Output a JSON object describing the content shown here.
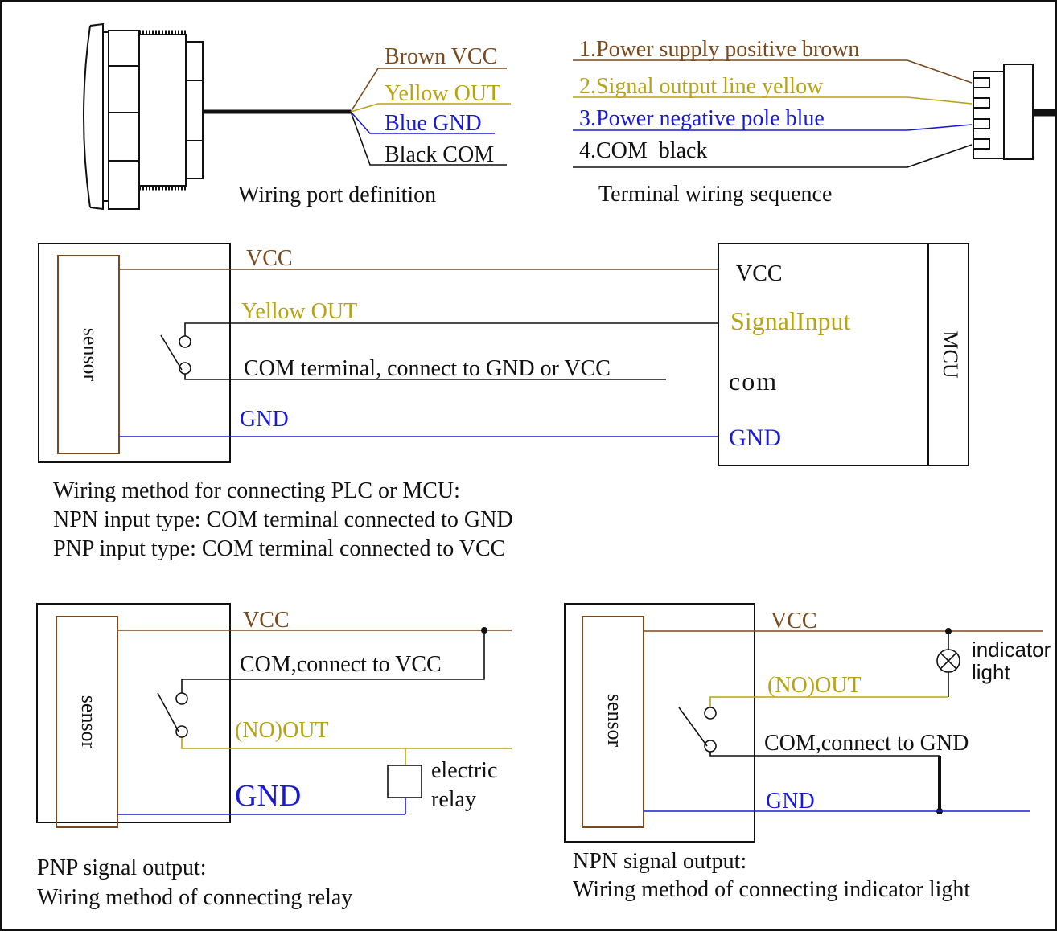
{
  "colors": {
    "brown": "#7a4a1e",
    "yellow": "#b8a312",
    "blue": "#1a1ad6",
    "black": "#111111"
  },
  "port_definition": {
    "wires": [
      "Brown VCC",
      "Yellow OUT",
      "Blue GND",
      "Black COM"
    ],
    "caption": "Wiring port definition"
  },
  "terminal_sequence": {
    "wires": [
      "1.Power supply positive brown",
      "2.Signal output line yellow",
      "3.Power negative pole blue",
      "4.COM  black"
    ],
    "caption": "Terminal wiring sequence"
  },
  "mcu_diagram": {
    "sensor_label": "sensor",
    "mcu_label": "MCU",
    "wire_vcc": "VCC",
    "wire_out": "Yellow OUT",
    "wire_com": "COM terminal, connect to GND or VCC",
    "wire_gnd": "GND",
    "pin_vcc": "VCC",
    "pin_signal": "SignalInput",
    "pin_com": "com",
    "pin_gnd": "GND",
    "caption_lines": [
      "Wiring method for connecting PLC or MCU:",
      "NPN input type: COM terminal connected to GND",
      "PNP input type: COM terminal connected to VCC"
    ]
  },
  "pnp_diagram": {
    "sensor_label": "sensor",
    "wire_vcc": "VCC",
    "wire_com": "COM,connect to VCC",
    "wire_out": "(NO)OUT",
    "wire_gnd": "GND",
    "relay_label_1": "electric",
    "relay_label_2": "relay",
    "caption_lines": [
      "PNP signal output:",
      "Wiring method of connecting relay"
    ]
  },
  "npn_diagram": {
    "sensor_label": "sensor",
    "wire_vcc": "VCC",
    "wire_out": "(NO)OUT",
    "wire_com": "COM,connect to GND",
    "wire_gnd": "GND",
    "light_label_1": "indicator",
    "light_label_2": "light",
    "caption_lines": [
      "NPN signal output:",
      "Wiring method of connecting indicator light"
    ]
  }
}
